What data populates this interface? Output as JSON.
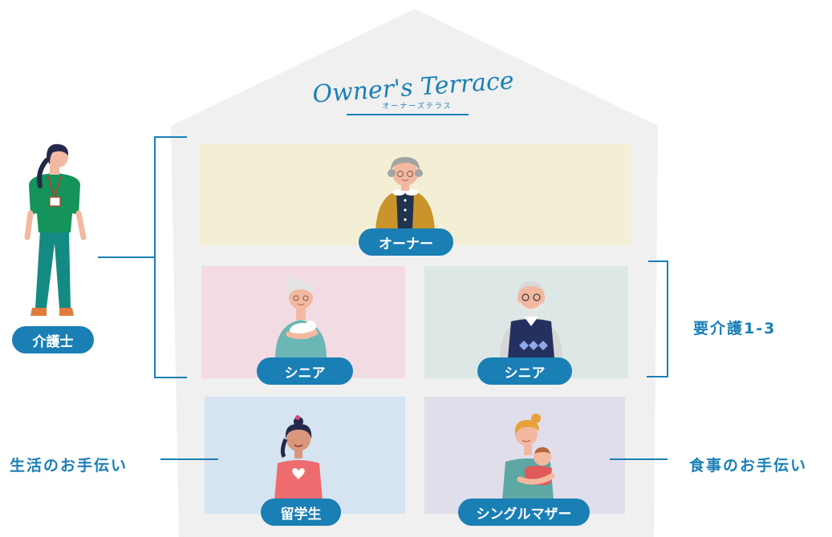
{
  "title": {
    "script": "Owner's Terrace",
    "katakana": "オーナーズテラス"
  },
  "rooms": {
    "owner": {
      "label": "オーナー",
      "color": "#f3efd4"
    },
    "senior_left": {
      "label": "シニア",
      "color": "#f3dbe4"
    },
    "senior_right": {
      "label": "シニア",
      "color": "#dde8e6"
    },
    "student": {
      "label": "留学生",
      "color": "#d5e4f0"
    },
    "single_mother": {
      "label": "シングルマザー",
      "color": "#e0deea"
    }
  },
  "caregiver": {
    "label": "介護士"
  },
  "side_labels": {
    "care_level": "要介護1-3",
    "living_help": "生活のお手伝い",
    "meal_help": "食事のお手伝い"
  },
  "colors": {
    "accent": "#1a7fb5",
    "house": "#f0f0f0"
  },
  "icons": [
    "caregiver-figure",
    "owner-figure",
    "senior-woman-figure",
    "senior-man-figure",
    "student-figure",
    "mother-with-baby-figure"
  ]
}
